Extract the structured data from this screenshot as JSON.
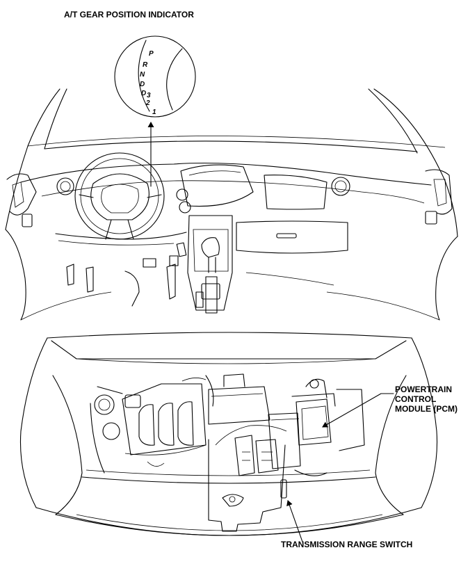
{
  "figure": {
    "title": "A/T GEAR POSITION INDICATOR",
    "indicator_gears": [
      "P",
      "R",
      "N",
      "D",
      "D",
      "2",
      "1"
    ],
    "d3_subscript": "3",
    "pcm_label_lines": [
      "POWERTRAIN",
      "CONTROL",
      "MODULE (PCM)"
    ],
    "trs_label": "TRANSMISSION RANGE SWITCH"
  }
}
